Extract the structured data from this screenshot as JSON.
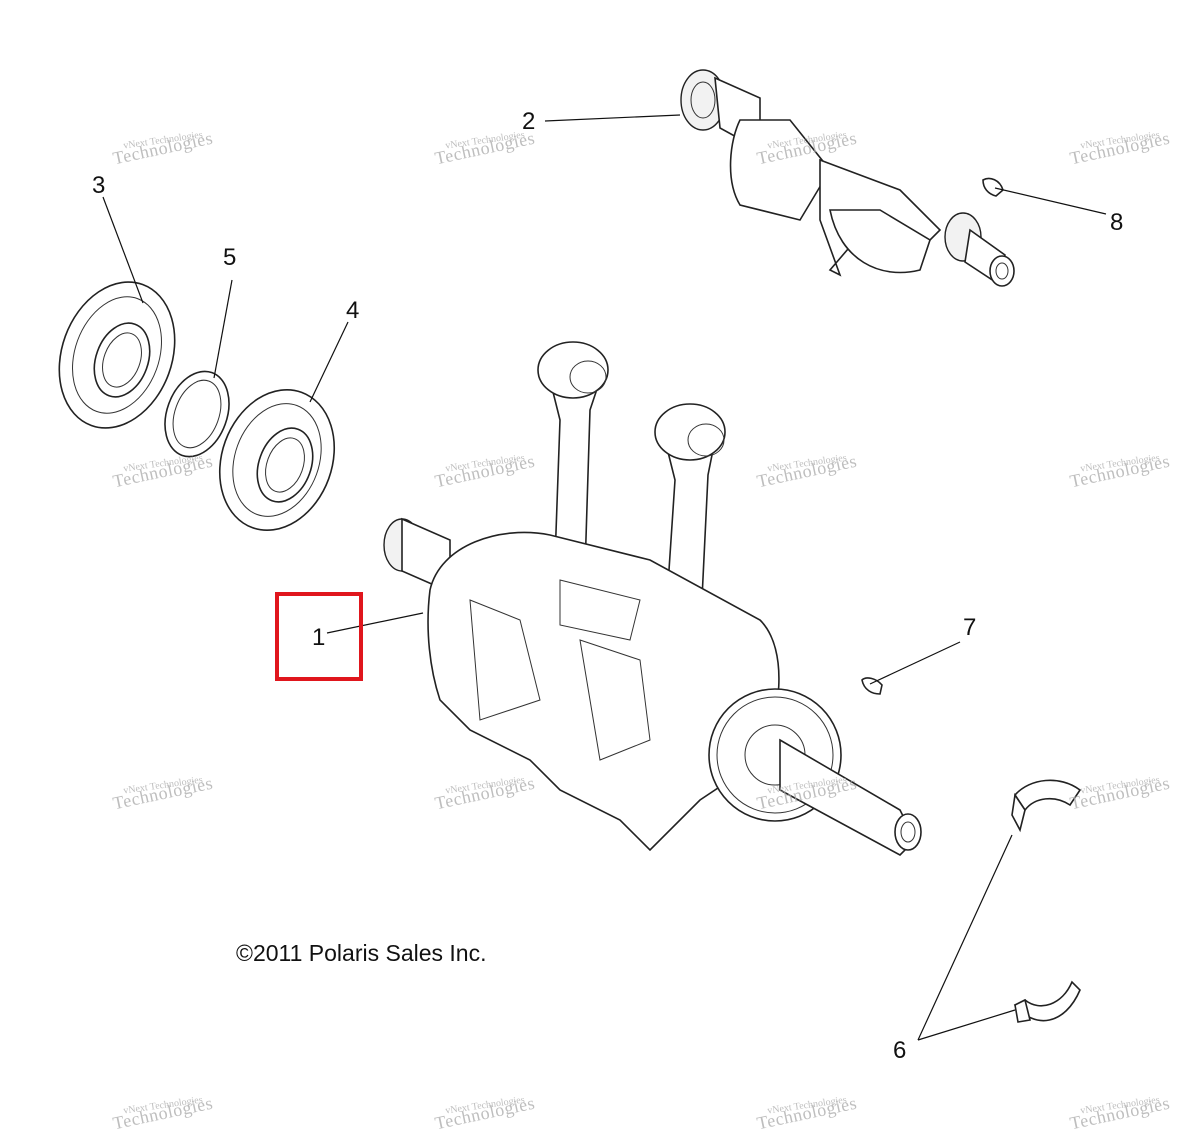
{
  "callouts": [
    {
      "id": "1",
      "label": "1"
    },
    {
      "id": "2",
      "label": "2"
    },
    {
      "id": "3",
      "label": "3"
    },
    {
      "id": "4",
      "label": "4"
    },
    {
      "id": "5",
      "label": "5"
    },
    {
      "id": "6",
      "label": "6"
    },
    {
      "id": "7",
      "label": "7"
    },
    {
      "id": "8",
      "label": "8"
    }
  ],
  "copyright": "©2011 Polaris Sales Inc.",
  "watermark": {
    "line1": "vNext Technologies",
    "line2": "Technologies"
  },
  "colors": {
    "highlight": "#e0161d",
    "watermark": "#a9a9a9"
  },
  "highlighted_callout": "1"
}
